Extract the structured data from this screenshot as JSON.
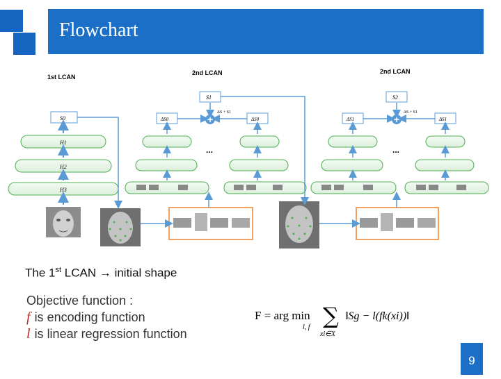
{
  "title": "Flowchart",
  "colors": {
    "accent": "#1b6fc6",
    "lcan_border": "#4caf50",
    "lcan_fill": "#e8f5e9",
    "arrow": "#5b9bd5",
    "patch_border": "#f0a060"
  },
  "diagram": {
    "stage1_label": "1st LCAN",
    "stage2_label": "2nd LCAN",
    "stage3_label": "2nd LCAN",
    "s0": "S0",
    "s1": "S1",
    "s2": "S2",
    "ds0": "ΔS0",
    "ds0b": "ΔS0",
    "ds1": "ΔS1",
    "ds1b": "ΔS1",
    "sum_label": "ΔS + S1",
    "sum_label2": "ΔS + S1",
    "h1": "H1",
    "h2": "H2",
    "h3": "H3",
    "dots": "..."
  },
  "caption": {
    "prefix": "The 1",
    "sup": "st",
    "suffix": " LCAN  → initial shape"
  },
  "objective": {
    "heading": "Objective function :",
    "f_symbol": "f",
    "f_text": "is encoding function",
    "l_symbol": "l",
    "l_text": "is linear regression function"
  },
  "formula": {
    "lhs": "F = arg min",
    "sub": "l, f",
    "sum_sub": "xi∈X",
    "body": "‖Sg − l(fk(xi))‖"
  },
  "page_number": "9"
}
